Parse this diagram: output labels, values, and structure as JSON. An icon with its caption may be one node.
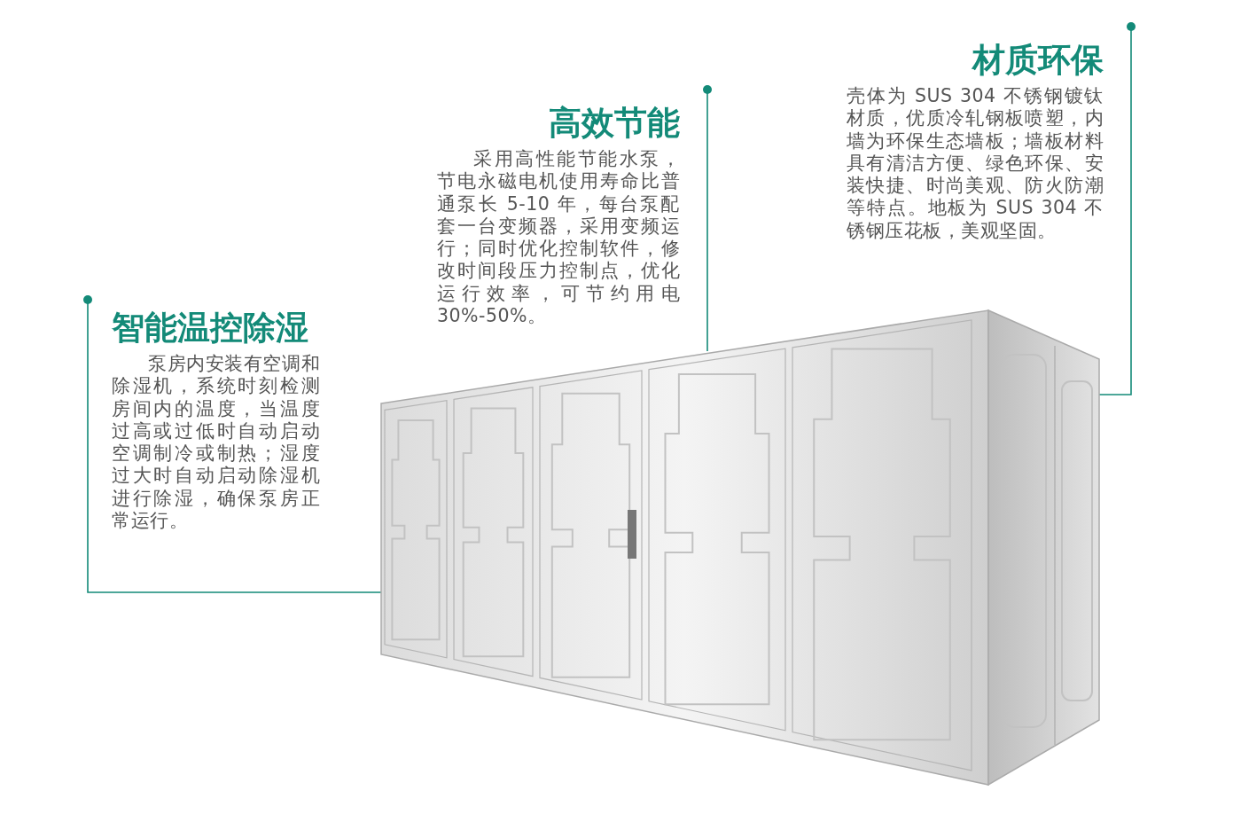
{
  "diagram": {
    "nodes": [
      {
        "text": [
          "材质环保",
          "壳体为 SUS 304 不锈钢镀钛材质，优质冷轧钢板喷塑，内墙为环保生态墙板；墙板材料具有清洁方便、绿色环保、安装快捷、时尚美观、防火防潮等特点。地板为 SUS 304 不锈钢压花板，美观坚固。"
        ]
      },
      {
        "text": [
          "高效节能",
          "采用高性能节能水泵，节电永磁电机使用寿命比普通泵长 5-10 年，每台泵配套一台变频器，采用变频运行；同时优化控制软件，修改时间段压力控制点，优化运行效率，可节约用电30%-50%。"
        ]
      },
      {
        "text": [
          "智能温控除湿",
          "泵房内安装有空调和除湿机，系统时刻检测房间内的温度，当温度过高或过低时自动启动空调制冷或制热；湿度过大时自动启动除湿机进行除湿，确保泵房正常运行。"
        ]
      },
      {
        "text": [],
        "shape": "picture"
      }
    ],
    "edges": [
      {
        "from": 0,
        "to": 3,
        "arrow": "other"
      },
      {
        "from": 1,
        "to": 3,
        "arrow": "other"
      },
      {
        "from": 2,
        "to": 3,
        "arrow": "other"
      }
    ]
  }
}
